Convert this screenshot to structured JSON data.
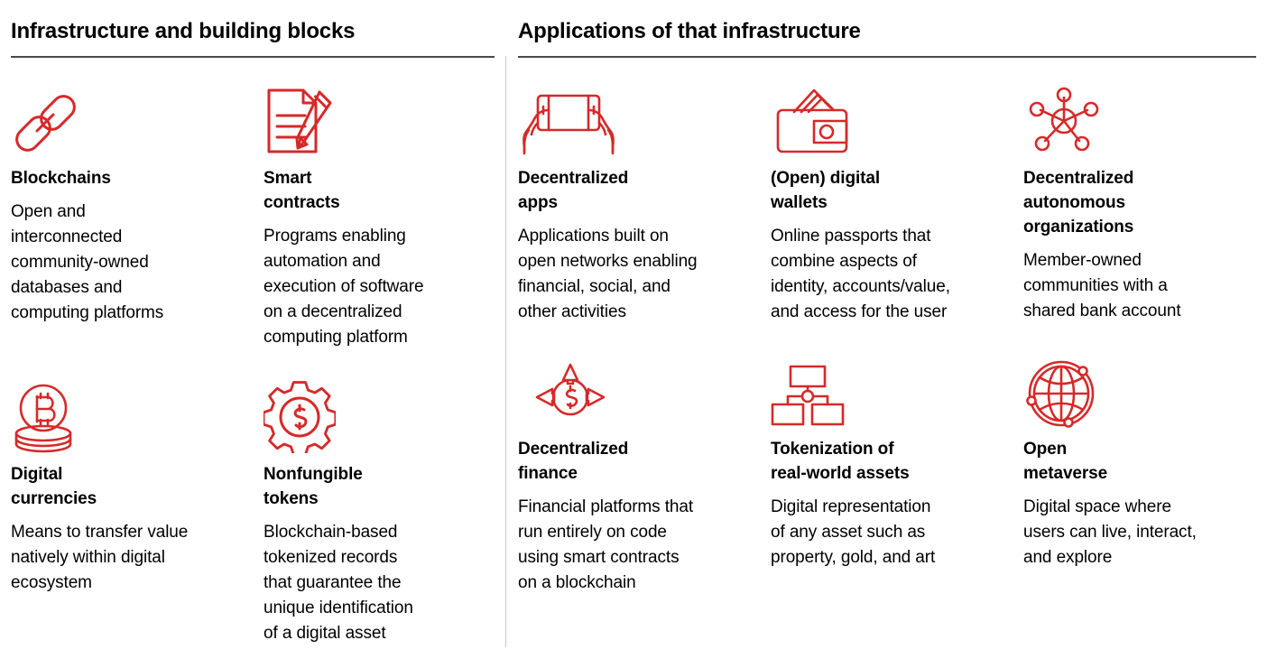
{
  "theme": {
    "accent_red": "#d62929",
    "rule_gray": "#4a4a4a",
    "divider_gray": "#c8c8c8",
    "text_black": "#000000",
    "background": "#ffffff"
  },
  "sections": [
    {
      "id": "infrastructure",
      "title": "Infrastructure and building blocks",
      "items": [
        {
          "icon": "chain-link-icon",
          "title": "Blockchains",
          "body": "Open and\ninterconnected\ncommunity-owned\ndatabases and\ncomputing platforms"
        },
        {
          "icon": "document-pencil-icon",
          "title": "Smart\ncontracts",
          "body": "Programs enabling\nautomation and\nexecution of software\non a decentralized\ncomputing platform"
        },
        {
          "icon": "bitcoin-coin-stack-icon",
          "title": "Digital\ncurrencies",
          "body": "Means to transfer value\nnatively within digital\necosystem"
        },
        {
          "icon": "gear-dollar-icon",
          "title": "Nonfungible\ntokens",
          "body": "Blockchain-based\ntokenized records\nthat guarantee the\nunique identification\nof a digital asset"
        }
      ]
    },
    {
      "id": "applications",
      "title": "Applications of that infrastructure",
      "items": [
        {
          "icon": "hands-holding-phone-icon",
          "title": "Decentralized\napps",
          "body": "Applications built on\nopen networks enabling\nfinancial, social, and\nother activities"
        },
        {
          "icon": "wallet-icon",
          "title": "(Open) digital\nwallets",
          "body": "Online passports that\ncombine aspects of\nidentity, accounts/value,\nand access for the user"
        },
        {
          "icon": "network-hub-nodes-icon",
          "title": "Decentralized\nautonomous\norganizations",
          "body": "Member-owned\ncommunities with a\nshared bank account"
        },
        {
          "icon": "dollar-arrows-icon",
          "title": "Decentralized\nfinance",
          "body": "Financial platforms that\nrun entirely on code\nusing smart contracts\non a blockchain"
        },
        {
          "icon": "hierarchy-boxes-icon",
          "title": "Tokenization of\nreal-world assets",
          "body": "Digital representation\nof  any asset such as\nproperty, gold, and art"
        },
        {
          "icon": "globe-orbit-icon",
          "title": "Open\nmetaverse",
          "body": "Digital space where\nusers can live, interact,\nand explore"
        }
      ]
    }
  ]
}
